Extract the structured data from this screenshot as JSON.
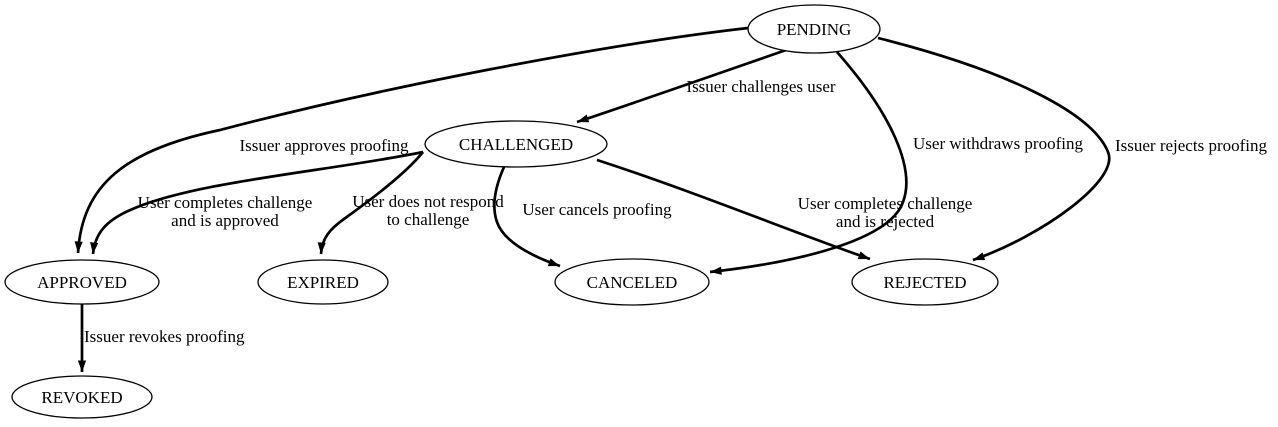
{
  "diagram": {
    "kind": "state-machine-graph",
    "background_color": "#ffffff",
    "line_color": "#000000",
    "text_color": "#000000"
  },
  "nodes": {
    "pending": {
      "label": "PENDING"
    },
    "challenged": {
      "label": "CHALLENGED"
    },
    "approved": {
      "label": "APPROVED"
    },
    "expired": {
      "label": "EXPIRED"
    },
    "canceled": {
      "label": "CANCELED"
    },
    "rejected": {
      "label": "REJECTED"
    },
    "revoked": {
      "label": "REVOKED"
    }
  },
  "edges": {
    "pending_challenged": {
      "from": "PENDING",
      "to": "CHALLENGED",
      "label": "Issuer challenges user"
    },
    "pending_approved": {
      "from": "PENDING",
      "to": "APPROVED",
      "label": "Issuer approves proofing"
    },
    "pending_canceled": {
      "from": "PENDING",
      "to": "CANCELED",
      "label": "User withdraws proofing"
    },
    "pending_rejected": {
      "from": "PENDING",
      "to": "REJECTED",
      "label": "Issuer rejects proofing"
    },
    "challenged_approved": {
      "from": "CHALLENGED",
      "to": "APPROVED",
      "lines": [
        "User completes challenge",
        "and is approved"
      ]
    },
    "challenged_expired": {
      "from": "CHALLENGED",
      "to": "EXPIRED",
      "lines": [
        "User does not respond",
        "to challenge"
      ]
    },
    "challenged_canceled": {
      "from": "CHALLENGED",
      "to": "CANCELED",
      "label": "User cancels proofing"
    },
    "challenged_rejected": {
      "from": "CHALLENGED",
      "to": "REJECTED",
      "lines": [
        "User completes challenge",
        "and is rejected"
      ]
    },
    "approved_revoked": {
      "from": "APPROVED",
      "to": "REVOKED",
      "label": "Issuer revokes proofing"
    }
  }
}
